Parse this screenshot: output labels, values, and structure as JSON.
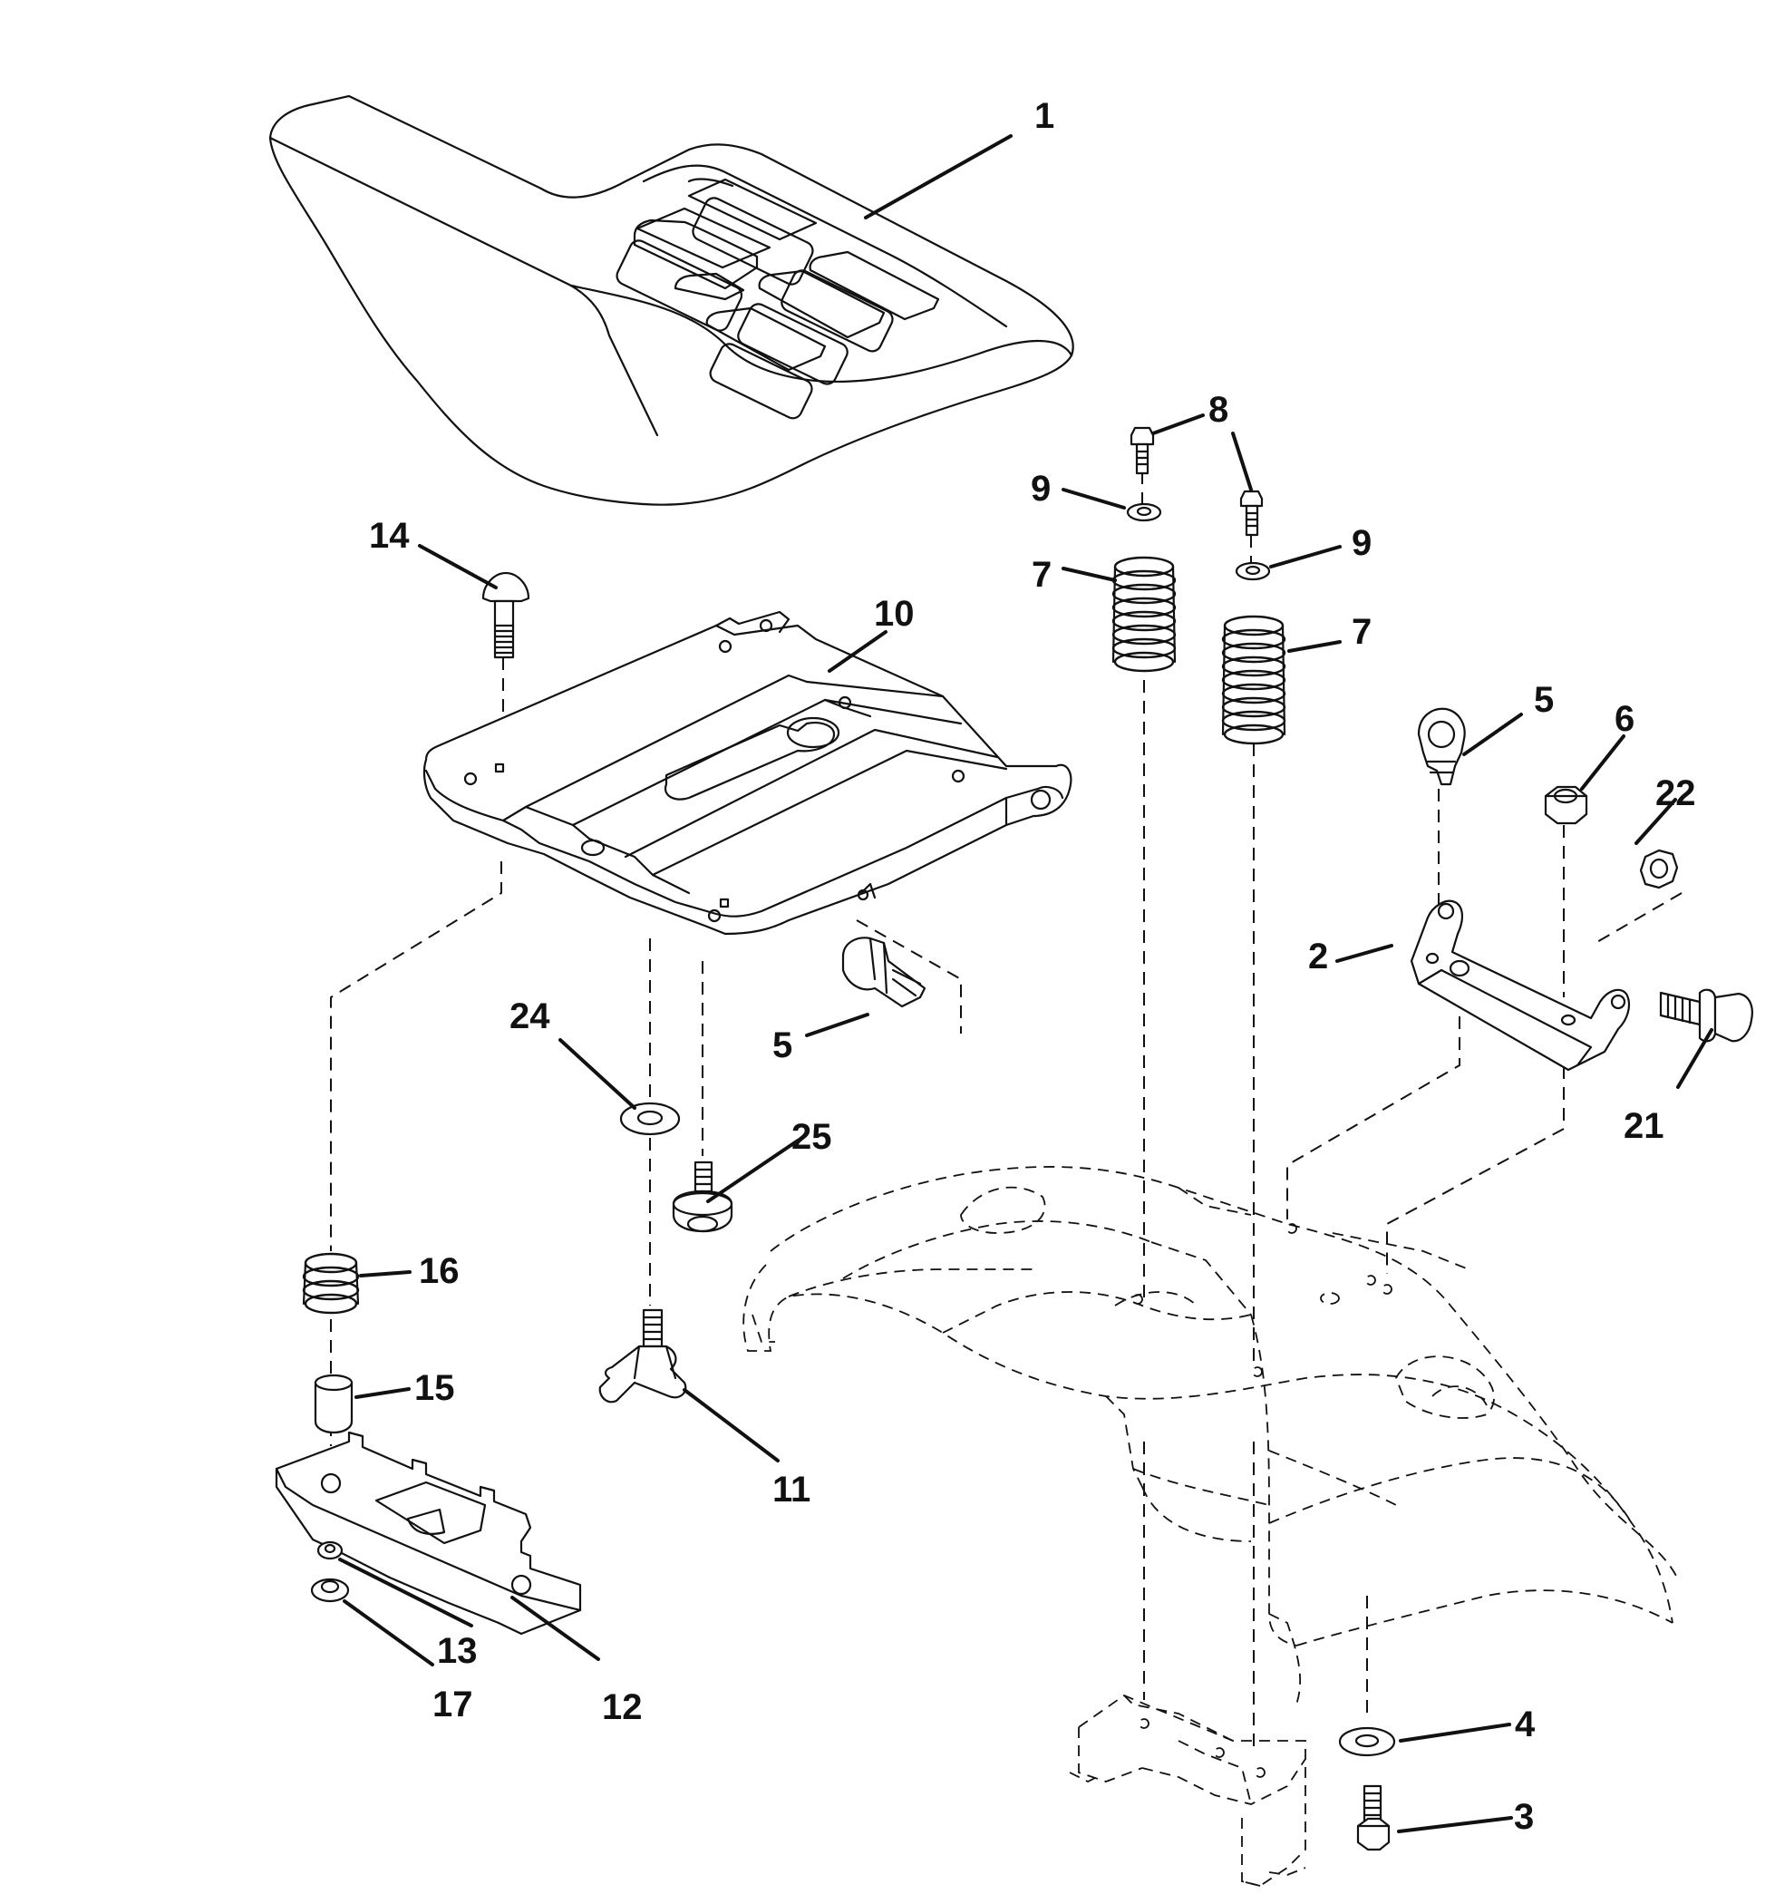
{
  "callouts": [
    {
      "id": "c1",
      "text": "1"
    },
    {
      "id": "c2",
      "text": "2"
    },
    {
      "id": "c3",
      "text": "3"
    },
    {
      "id": "c4",
      "text": "4"
    },
    {
      "id": "c5a",
      "text": "5"
    },
    {
      "id": "c5b",
      "text": "5"
    },
    {
      "id": "c6",
      "text": "6"
    },
    {
      "id": "c7a",
      "text": "7"
    },
    {
      "id": "c7b",
      "text": "7"
    },
    {
      "id": "c8",
      "text": "8"
    },
    {
      "id": "c9a",
      "text": "9"
    },
    {
      "id": "c9b",
      "text": "9"
    },
    {
      "id": "c10",
      "text": "10"
    },
    {
      "id": "c11",
      "text": "11"
    },
    {
      "id": "c12",
      "text": "12"
    },
    {
      "id": "c13",
      "text": "13"
    },
    {
      "id": "c14",
      "text": "14"
    },
    {
      "id": "c15",
      "text": "15"
    },
    {
      "id": "c16",
      "text": "16"
    },
    {
      "id": "c17",
      "text": "17"
    },
    {
      "id": "c21",
      "text": "21"
    },
    {
      "id": "c22",
      "text": "22"
    },
    {
      "id": "c24",
      "text": "24"
    },
    {
      "id": "c25",
      "text": "25"
    }
  ]
}
